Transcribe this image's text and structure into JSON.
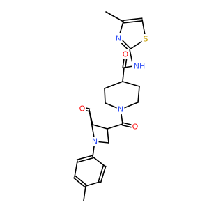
{
  "molecule": {
    "atom_labels": [
      {
        "id": "thiazole-nitrogen",
        "text": "N",
        "color": "#3050F8"
      },
      {
        "id": "thiazole-sulfur",
        "text": "S",
        "color": "#C8A000"
      },
      {
        "id": "amide-nh",
        "text": "N",
        "sub": "H",
        "color": "#3050F8"
      },
      {
        "id": "amide-oxygen",
        "text": "O",
        "color": "#FF0D0D"
      },
      {
        "id": "piperidine-nitrogen",
        "text": "N",
        "color": "#3050F8"
      },
      {
        "id": "acyl-oxygen",
        "text": "O",
        "color": "#FF0D0D"
      },
      {
        "id": "lactam-oxygen",
        "text": "O",
        "color": "#FF0D0D"
      },
      {
        "id": "pyrrolidinone-nitrogen",
        "text": "N",
        "color": "#3050F8"
      }
    ],
    "bond_color": "#000000"
  }
}
